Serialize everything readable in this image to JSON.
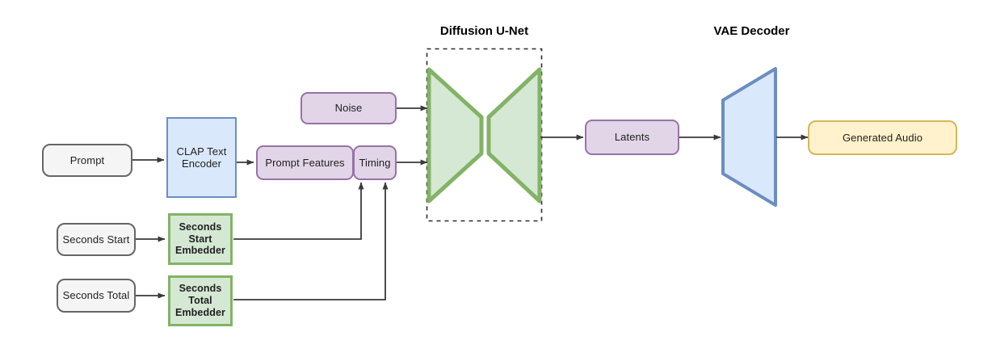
{
  "diagram": {
    "title_labels": [
      {
        "id": "unet-title",
        "text": "Diffusion U-Net"
      },
      {
        "id": "vae-title",
        "text": "VAE Decoder"
      }
    ],
    "nodes": {
      "prompt": {
        "label": "Prompt"
      },
      "clap_text_encoder": {
        "label": "CLAP Text\nEncoder",
        "line1": "CLAP Text",
        "line2": "Encoder"
      },
      "noise": {
        "label": "Noise"
      },
      "prompt_features": {
        "label": "Prompt Features"
      },
      "timing": {
        "label": "Timing"
      },
      "seconds_start": {
        "label": "Seconds Start"
      },
      "seconds_total": {
        "label": "Seconds Total"
      },
      "seconds_start_embedder": {
        "line1": "Seconds",
        "line2": "Start",
        "line3": "Embedder"
      },
      "seconds_total_embedder": {
        "line1": "Seconds",
        "line2": "Total",
        "line3": "Embedder"
      },
      "latents": {
        "label": "Latents"
      },
      "generated_audio": {
        "label": "Generated Audio"
      },
      "diffusion_unet": {
        "label": "Diffusion U-Net"
      },
      "vae_decoder": {
        "label": "VAE Decoder"
      }
    },
    "colors": {
      "gray_fill": "#f5f5f5",
      "gray_stroke": "#666666",
      "blue_fill": "#dae8fc",
      "blue_stroke": "#6c8ebf",
      "purple_fill": "#e1d5e7",
      "purple_stroke": "#9673a6",
      "green_fill": "#d5e8d4",
      "green_stroke": "#82b366",
      "yellow_fill": "#fff2cc",
      "yellow_stroke": "#d6b656",
      "arrow": "#3a3a3a",
      "background": "#ffffff"
    }
  }
}
